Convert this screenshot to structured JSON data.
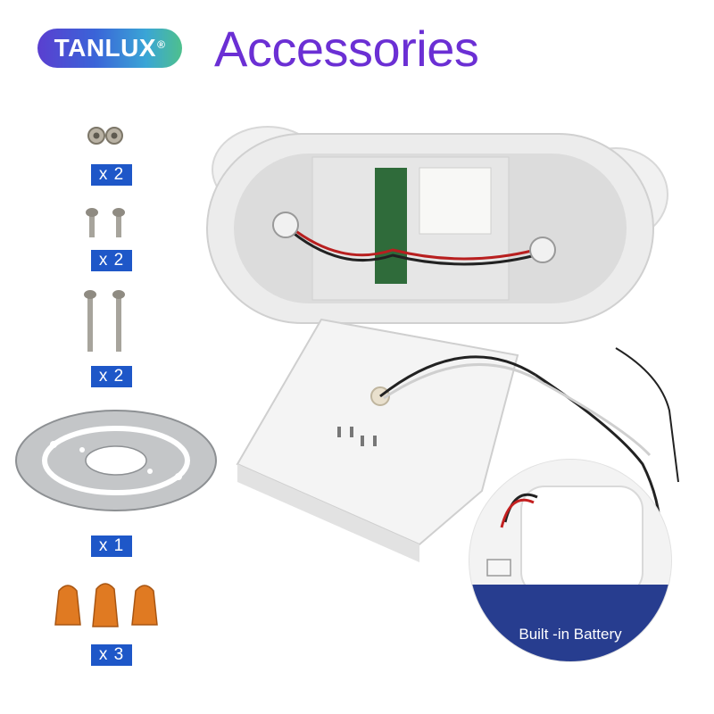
{
  "brand": {
    "name": "TANLUX",
    "mark": "®"
  },
  "title": "Accessories",
  "accessories": [
    {
      "qty": "x 2",
      "icon": "nut-icon"
    },
    {
      "qty": "x 2",
      "icon": "short-screw-icon"
    },
    {
      "qty": "x 2",
      "icon": "long-screw-icon"
    },
    {
      "qty": "x 1",
      "icon": "mounting-plate-icon"
    },
    {
      "qty": "x 3",
      "icon": "wire-nut-icon"
    }
  ],
  "battery": {
    "label": "Built -in Battery"
  },
  "colors": {
    "badge": "#1e57c8",
    "title": "#6b2fd4",
    "band": "#273d8f",
    "wire_nut": "#e07a22"
  }
}
